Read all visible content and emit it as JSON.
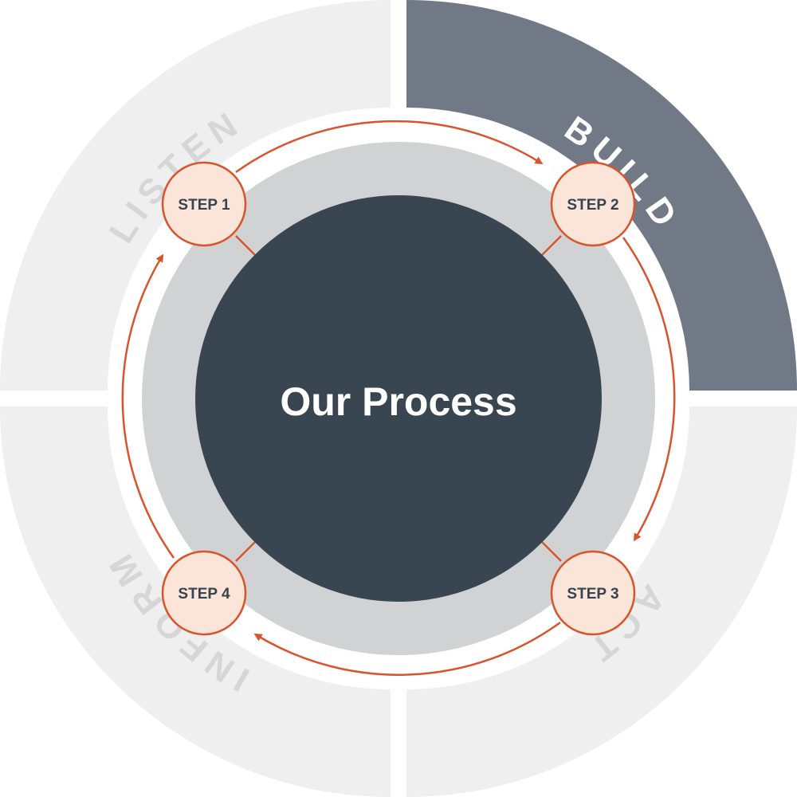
{
  "diagram": {
    "center_title": "Our Process",
    "phases": [
      {
        "label": "LISTEN",
        "highlighted": false
      },
      {
        "label": "BUILD",
        "highlighted": true
      },
      {
        "label": "ACT",
        "highlighted": false
      },
      {
        "label": "INFORM",
        "highlighted": false
      }
    ],
    "steps": [
      {
        "label": "STEP 1"
      },
      {
        "label": "STEP 2"
      },
      {
        "label": "STEP 3"
      },
      {
        "label": "STEP 4"
      }
    ],
    "flow": "clockwise",
    "colors": {
      "quadrant": "#efefef",
      "quadrant_highlight": "#717886",
      "phase_text": "#d6d6d6",
      "phase_text_highlight": "#ffffff",
      "ring": "#d1d2d4",
      "center": "#3a4552",
      "step_fill": "#fbe4d8",
      "accent": "#d9542b"
    }
  }
}
